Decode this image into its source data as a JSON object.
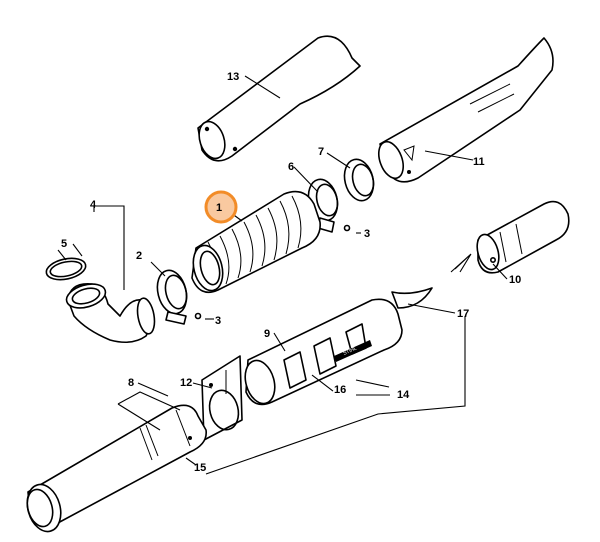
{
  "diagram": {
    "highlight_color": "#f28c28",
    "callouts": [
      {
        "id": "1",
        "label": "1",
        "highlighted": true
      },
      {
        "id": "2",
        "label": "2"
      },
      {
        "id": "3a",
        "label": "3"
      },
      {
        "id": "3b",
        "label": "3"
      },
      {
        "id": "4",
        "label": "4"
      },
      {
        "id": "5",
        "label": "5"
      },
      {
        "id": "6",
        "label": "6"
      },
      {
        "id": "7",
        "label": "7"
      },
      {
        "id": "8",
        "label": "8"
      },
      {
        "id": "9",
        "label": "9"
      },
      {
        "id": "10",
        "label": "10"
      },
      {
        "id": "11",
        "label": "11"
      },
      {
        "id": "12",
        "label": "12"
      },
      {
        "id": "13",
        "label": "13"
      },
      {
        "id": "14",
        "label": "14"
      },
      {
        "id": "15",
        "label": "15"
      },
      {
        "id": "16",
        "label": "16"
      },
      {
        "id": "17",
        "label": "17"
      }
    ],
    "brand_mark": "STIHL"
  }
}
